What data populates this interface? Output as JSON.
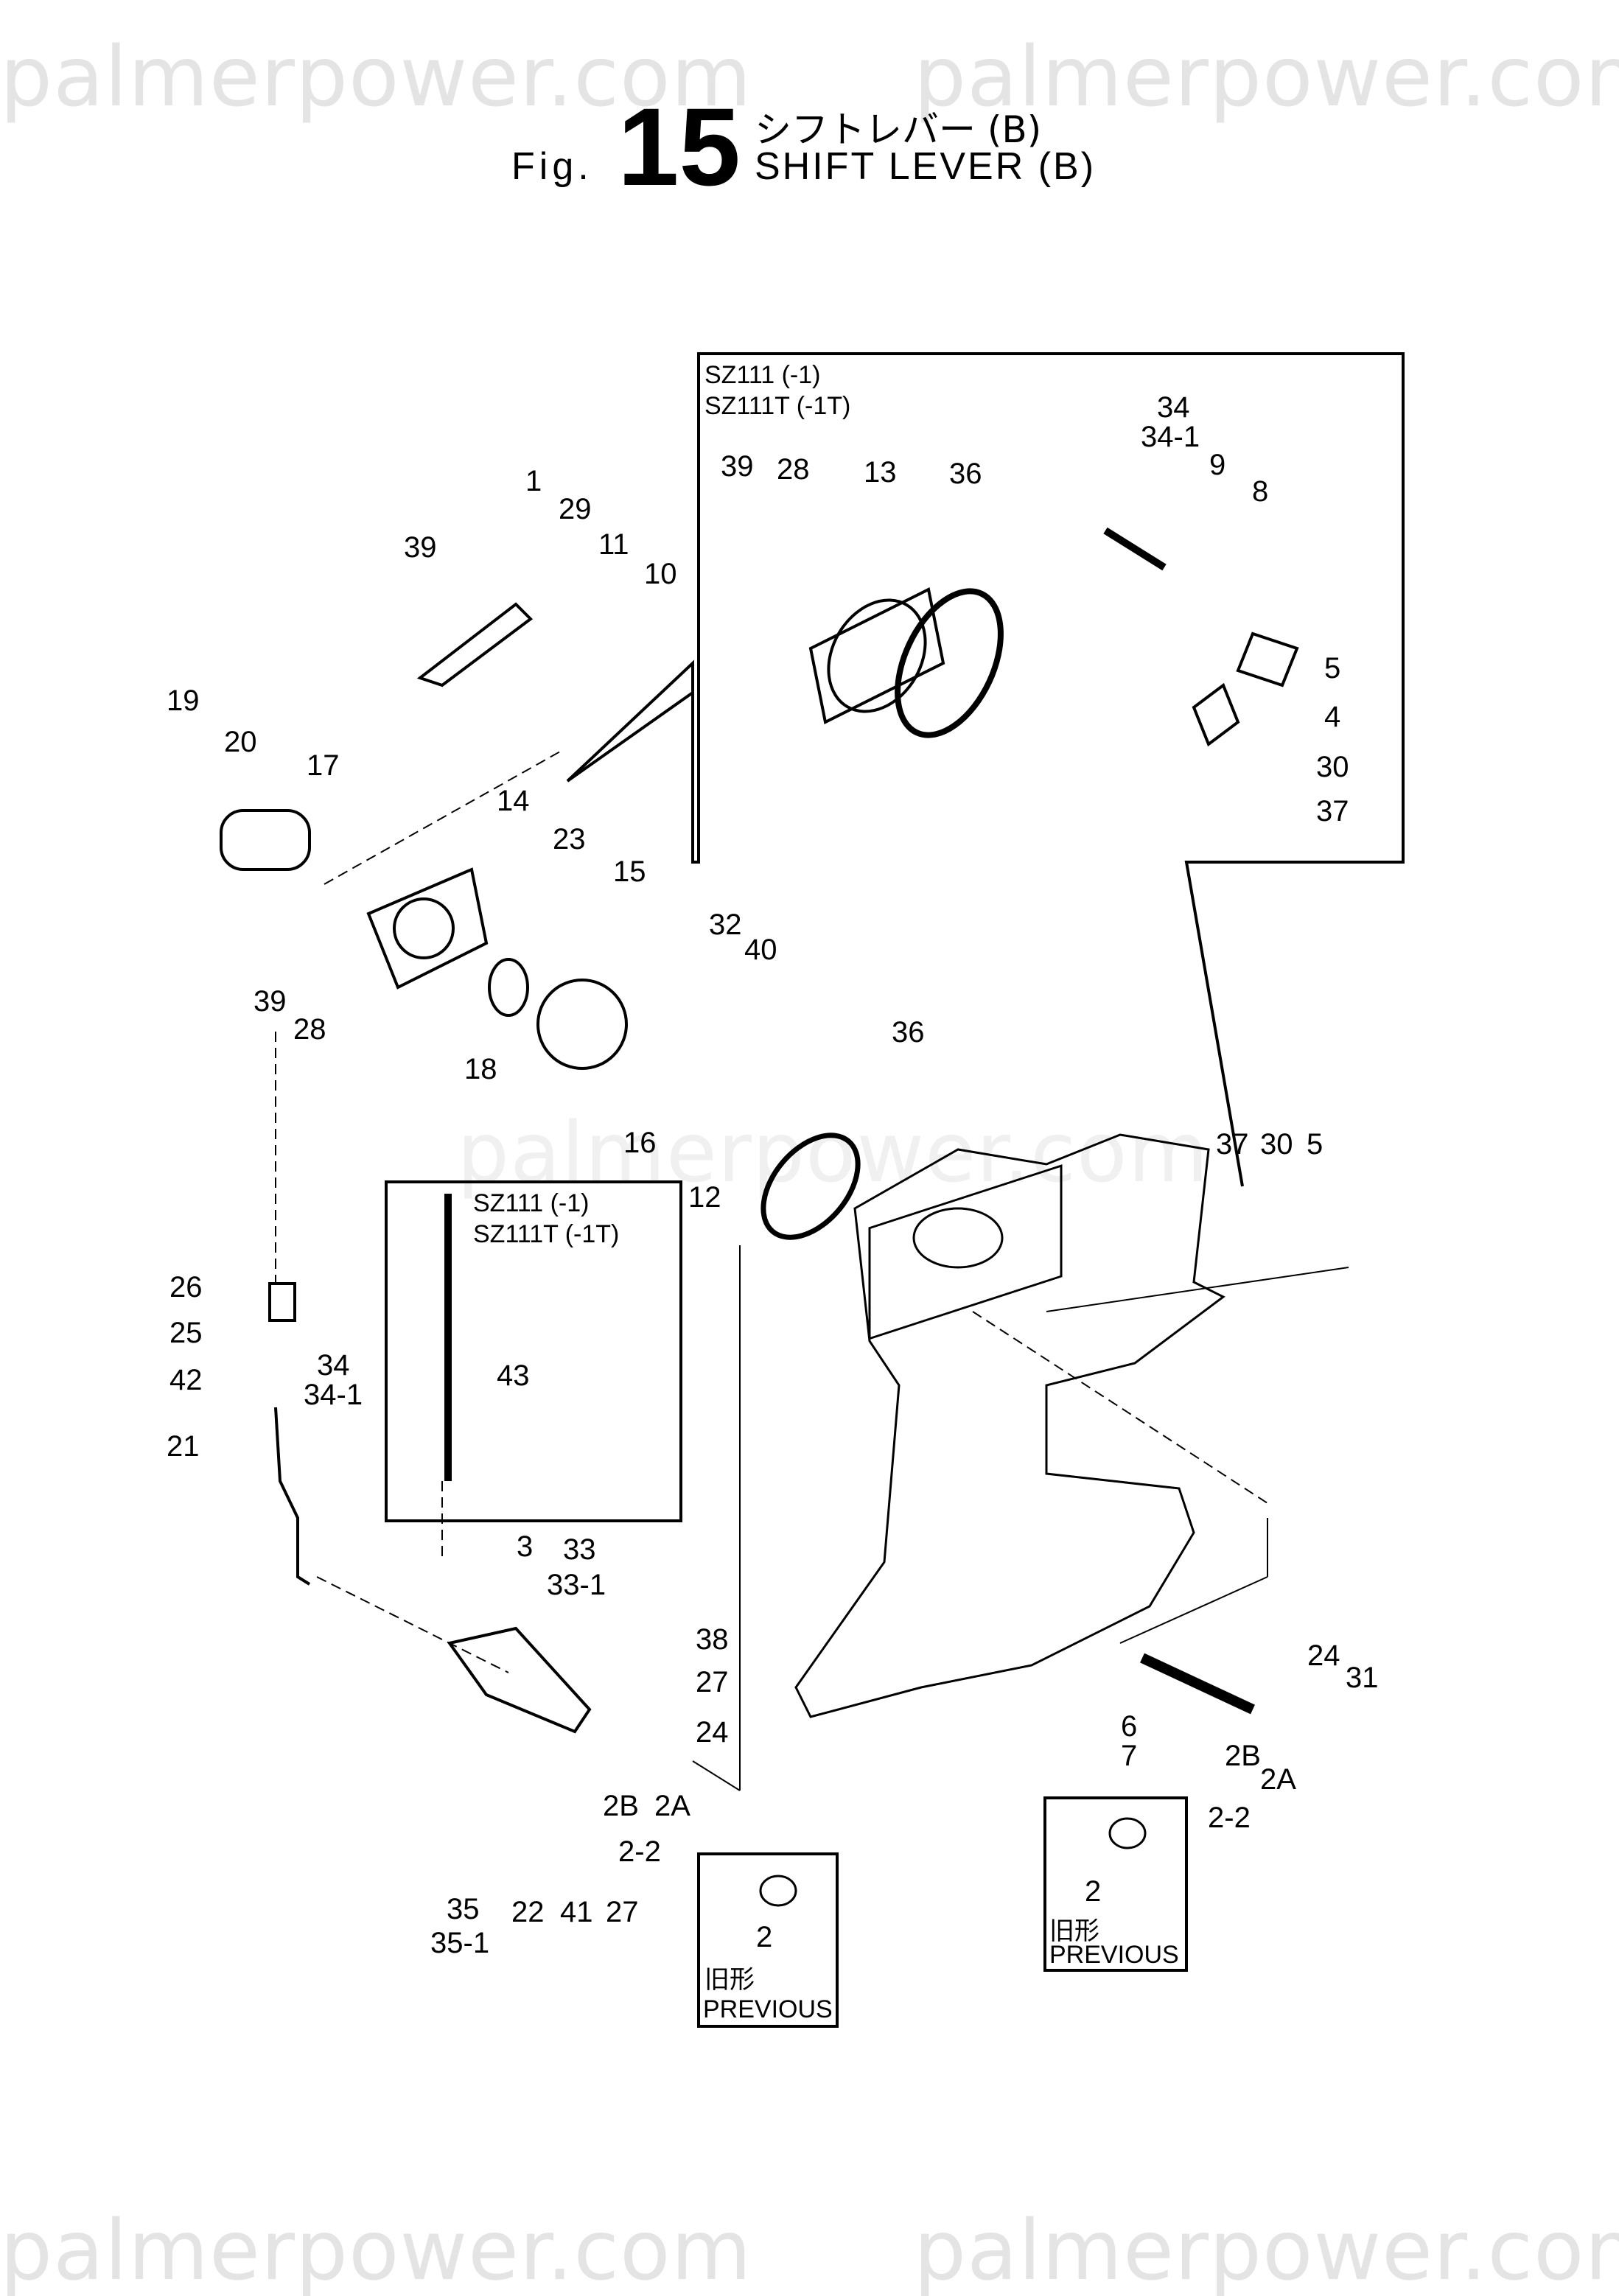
{
  "watermark": "palmerpower.com",
  "header": {
    "fig_prefix": "Fig.",
    "fig_number": "15",
    "title_jp": "シフトレバー (B)",
    "title_en": "SHIFT LEVER (B)"
  },
  "inset_main": {
    "model_1": "SZ111 (-1)",
    "model_2": "SZ111T (-1T)"
  },
  "inset_shaft": {
    "model_1": "SZ111 (-1)",
    "model_2": "SZ111T (-1T)"
  },
  "previous_boxes": [
    {
      "part": "2",
      "label_jp": "旧形",
      "label_en": "PREVIOUS"
    },
    {
      "part": "2",
      "label_jp": "旧形",
      "label_en": "PREVIOUS"
    }
  ],
  "callouts": [
    "1",
    "29",
    "11",
    "10",
    "39",
    "19",
    "20",
    "17",
    "14",
    "23",
    "15",
    "32",
    "40",
    "36",
    "18",
    "16",
    "12",
    "39",
    "28",
    "37",
    "30",
    "5",
    "26",
    "25",
    "34",
    "34-1",
    "42",
    "21",
    "43",
    "3",
    "33",
    "33-1",
    "38",
    "27",
    "24",
    "6",
    "7",
    "2B",
    "2A",
    "2-2",
    "24",
    "31",
    "2B",
    "2A",
    "2-2",
    "35",
    "35-1",
    "22",
    "41",
    "27",
    "39",
    "28",
    "13",
    "36",
    "34",
    "34-1",
    "9",
    "8",
    "5",
    "4",
    "30",
    "37"
  ]
}
